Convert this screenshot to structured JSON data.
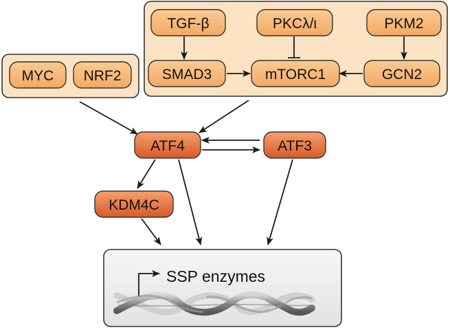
{
  "groups": {
    "left_group": {
      "nodes": [
        "MYC",
        "NRF2"
      ]
    },
    "top_group": {
      "nodes": [
        "TGF-β",
        "PKCλ/ι",
        "PKM2",
        "SMAD3",
        "mTORC1",
        "GCN2"
      ]
    }
  },
  "nodes": {
    "myc": "MYC",
    "nrf2": "NRF2",
    "tgfb": "TGF-β",
    "pkc": "PKCλ/ι",
    "pkm2": "PKM2",
    "smad3": "SMAD3",
    "mtorc1": "mTORC1",
    "gcn2": "GCN2",
    "atf4": "ATF4",
    "atf3": "ATF3",
    "kdm4c": "KDM4C"
  },
  "target": {
    "label": "SSP enzymes",
    "icon": "dna-double-helix-icon"
  },
  "edges": [
    {
      "from": "TGF-β",
      "to": "SMAD3",
      "type": "activation"
    },
    {
      "from": "PKCλ/ι",
      "to": "mTORC1",
      "type": "inhibition"
    },
    {
      "from": "PKM2",
      "to": "GCN2",
      "type": "activation"
    },
    {
      "from": "SMAD3",
      "to": "mTORC1",
      "type": "activation"
    },
    {
      "from": "GCN2",
      "to": "mTORC1",
      "type": "activation"
    },
    {
      "from": "MYC/NRF2",
      "to": "ATF4",
      "type": "activation"
    },
    {
      "from": "top group",
      "to": "ATF4",
      "type": "activation"
    },
    {
      "from": "ATF4",
      "to": "ATF3",
      "type": "activation"
    },
    {
      "from": "ATF3",
      "to": "ATF4",
      "type": "activation"
    },
    {
      "from": "ATF4",
      "to": "KDM4C",
      "type": "activation"
    },
    {
      "from": "ATF4",
      "to": "SSP enzymes",
      "type": "activation"
    },
    {
      "from": "KDM4C",
      "to": "SSP enzymes",
      "type": "activation"
    },
    {
      "from": "ATF3",
      "to": "SSP enzymes",
      "type": "activation"
    }
  ],
  "colors": {
    "group_fill": "#fbe3c3",
    "light_node": "#f8bd7c",
    "dark_node_light": "#f59a66",
    "dark_node_dark": "#d9602e",
    "target_box": "#eeeeee",
    "stroke": "#1a1a1a"
  }
}
